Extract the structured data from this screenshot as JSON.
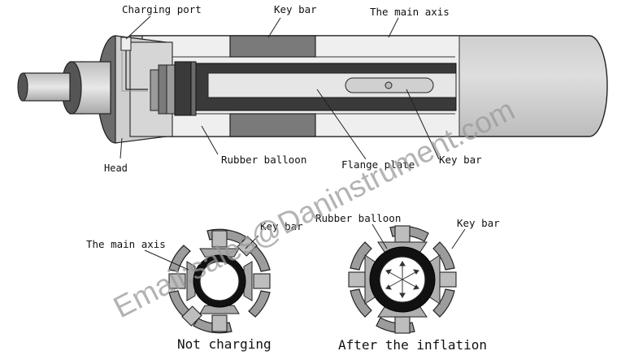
{
  "labels": {
    "charging_port": "Charging port",
    "key_bar_top": "Key bar",
    "main_axis_top": "The main axis",
    "head": "Head",
    "rubber_balloon": "Rubber balloon",
    "flange_plate": "Flange plate",
    "key_bar_right": "Key bar",
    "main_axis_bottom": "The main axis",
    "key_bar_left": "Key bar",
    "rubber_balloon_bottom": "Rubber balloon",
    "key_bar_bottom_right": "Key bar"
  },
  "captions": {
    "not_charging": "Not charging",
    "after_inflation": "After the inflation"
  },
  "watermark": "Email:sales@Daninstrument.com",
  "colors": {
    "stroke": "#222222",
    "light_gray": "#d8d8d8",
    "mid_gray": "#a6a6a6",
    "dark_gray": "#3a3a3a",
    "black": "#111111"
  }
}
